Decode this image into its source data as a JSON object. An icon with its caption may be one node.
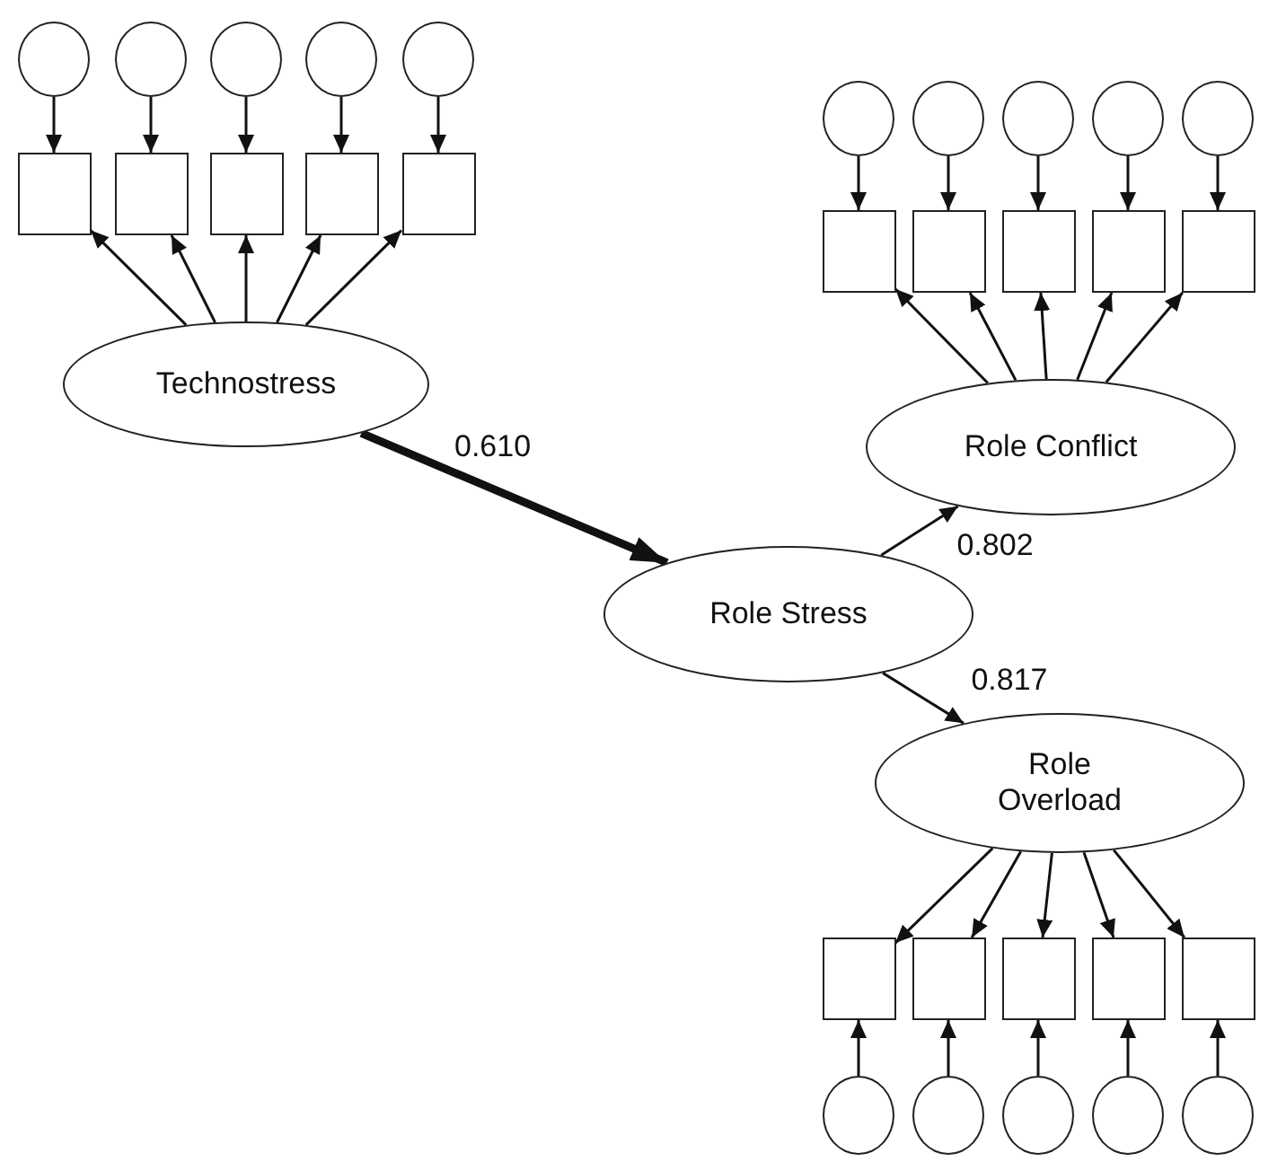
{
  "diagram": {
    "nodes": [
      {
        "text": [],
        "shape": "circle"
      },
      {
        "text": [],
        "shape": "circle"
      },
      {
        "text": [],
        "shape": "circle"
      },
      {
        "text": [],
        "shape": "circle"
      },
      {
        "text": [],
        "shape": "circle"
      },
      {
        "text": [],
        "shape": "box"
      },
      {
        "text": [],
        "shape": "box"
      },
      {
        "text": [],
        "shape": "box"
      },
      {
        "text": [],
        "shape": "box"
      },
      {
        "text": [],
        "shape": "box"
      },
      {
        "text": [
          "Technostress"
        ]
      },
      {
        "text": [],
        "shape": "circle"
      },
      {
        "text": [],
        "shape": "circle"
      },
      {
        "text": [],
        "shape": "circle"
      },
      {
        "text": [],
        "shape": "circle"
      },
      {
        "text": [],
        "shape": "circle"
      },
      {
        "text": [],
        "shape": "box"
      },
      {
        "text": [],
        "shape": "box"
      },
      {
        "text": [],
        "shape": "box"
      },
      {
        "text": [],
        "shape": "box"
      },
      {
        "text": [],
        "shape": "box"
      },
      {
        "text": [
          "Role Conflict"
        ]
      },
      {
        "text": [
          "Role Stress"
        ]
      },
      {
        "text": [
          "Role Overload"
        ]
      },
      {
        "text": [],
        "shape": "box"
      },
      {
        "text": [],
        "shape": "box"
      },
      {
        "text": [],
        "shape": "box"
      },
      {
        "text": [],
        "shape": "box"
      },
      {
        "text": [],
        "shape": "box"
      },
      {
        "text": [],
        "shape": "circle"
      },
      {
        "text": [],
        "shape": "circle"
      },
      {
        "text": [],
        "shape": "circle"
      },
      {
        "text": [],
        "shape": "circle"
      },
      {
        "text": [],
        "shape": "circle"
      }
    ],
    "edges": [
      {
        "from": 0,
        "to": 5,
        "arrow": "to"
      },
      {
        "from": 1,
        "to": 6,
        "arrow": "to"
      },
      {
        "from": 2,
        "to": 7,
        "arrow": "to"
      },
      {
        "from": 3,
        "to": 8,
        "arrow": "to"
      },
      {
        "from": 4,
        "to": 9,
        "arrow": "to"
      },
      {
        "from": 10,
        "to": 5,
        "arrow": "to"
      },
      {
        "from": 10,
        "to": 6,
        "arrow": "to"
      },
      {
        "from": 10,
        "to": 7,
        "arrow": "to"
      },
      {
        "from": 10,
        "to": 8,
        "arrow": "to"
      },
      {
        "from": 10,
        "to": 9,
        "arrow": "to"
      },
      {
        "from": 11,
        "to": 16,
        "arrow": "to"
      },
      {
        "from": 12,
        "to": 17,
        "arrow": "to"
      },
      {
        "from": 13,
        "to": 18,
        "arrow": "to"
      },
      {
        "from": 14,
        "to": 19,
        "arrow": "to"
      },
      {
        "from": 15,
        "to": 20,
        "arrow": "to"
      },
      {
        "from": 21,
        "to": 16,
        "arrow": "to"
      },
      {
        "from": 21,
        "to": 17,
        "arrow": "to"
      },
      {
        "from": 21,
        "to": 18,
        "arrow": "to"
      },
      {
        "from": 21,
        "to": 19,
        "arrow": "to"
      },
      {
        "from": 21,
        "to": 20,
        "arrow": "to"
      },
      {
        "from": 10,
        "to": 22,
        "arrow": "to",
        "label": "0.610",
        "style": "thick"
      },
      {
        "from": 22,
        "to": 21,
        "arrow": "to",
        "label": "0.802"
      },
      {
        "from": 22,
        "to": 23,
        "arrow": "to",
        "label": "0.817"
      },
      {
        "from": 23,
        "to": 24,
        "arrow": "to"
      },
      {
        "from": 23,
        "to": 25,
        "arrow": "to"
      },
      {
        "from": 23,
        "to": 26,
        "arrow": "to"
      },
      {
        "from": 23,
        "to": 27,
        "arrow": "to"
      },
      {
        "from": 23,
        "to": 28,
        "arrow": "to"
      },
      {
        "from": 29,
        "to": 24,
        "arrow": "to"
      },
      {
        "from": 30,
        "to": 25,
        "arrow": "to"
      },
      {
        "from": 31,
        "to": 26,
        "arrow": "to"
      },
      {
        "from": 32,
        "to": 27,
        "arrow": "to"
      },
      {
        "from": 33,
        "to": 28,
        "arrow": "to"
      }
    ]
  }
}
